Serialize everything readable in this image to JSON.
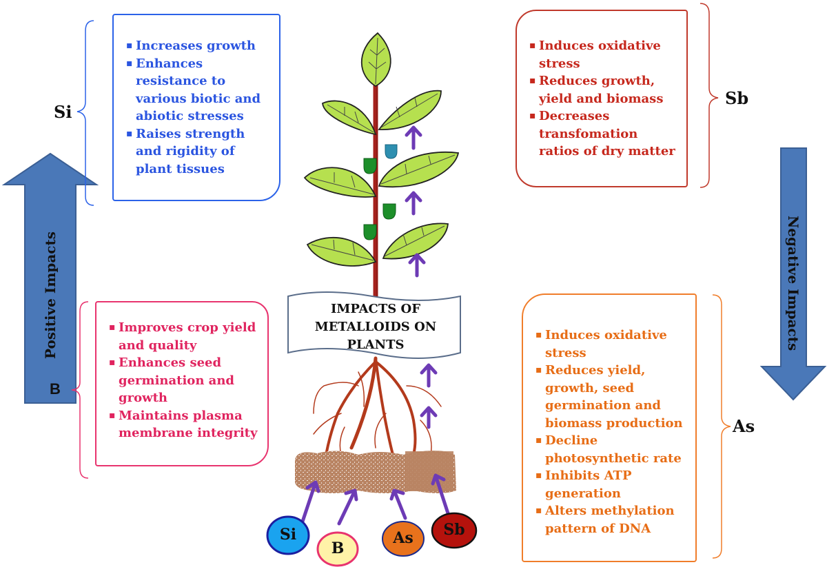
{
  "title": "IMPACTS OF METALLOIDS ON PLANTS",
  "title_lines": [
    "IMPACTS OF",
    "METALLOIDS ON",
    "PLANTS"
  ],
  "positive_label": "Positive Impacts",
  "negative_label": "Negative Impacts",
  "elements": {
    "si": {
      "label": "Si",
      "color": "#1aa3ef",
      "effects": [
        "Increases growth",
        "Enhances resistance to various biotic and abiotic stresses",
        "Raises strength and rigidity  of plant tissues"
      ]
    },
    "b": {
      "label": "B",
      "color": "#fff2a8",
      "effects": [
        "Improves crop yield and quality",
        "Enhances seed germination and growth",
        "Maintains plasma membrane integrity"
      ]
    },
    "sb": {
      "label": "Sb",
      "color": "#b5120c",
      "effects": [
        "Induces oxidative stress",
        "Reduces growth, yield and biomass",
        "Decreases transfomation ratios of dry matter"
      ]
    },
    "as": {
      "label": "As",
      "color": "#e8721c",
      "effects": [
        "Induces oxidative stress",
        "Reduces yield, growth, seed germination  and biomass production",
        "Decline photosynthetic rate",
        "Inhibits ATP generation",
        "Alters methylation pattern of DNA"
      ]
    }
  },
  "colors": {
    "arrow": "#4a78b8",
    "leaf": "#b6e04f",
    "stem": "#a5221d",
    "root": "#b33a1c",
    "soil": "#b98463",
    "purple_arrow": "#6d3bb5"
  }
}
